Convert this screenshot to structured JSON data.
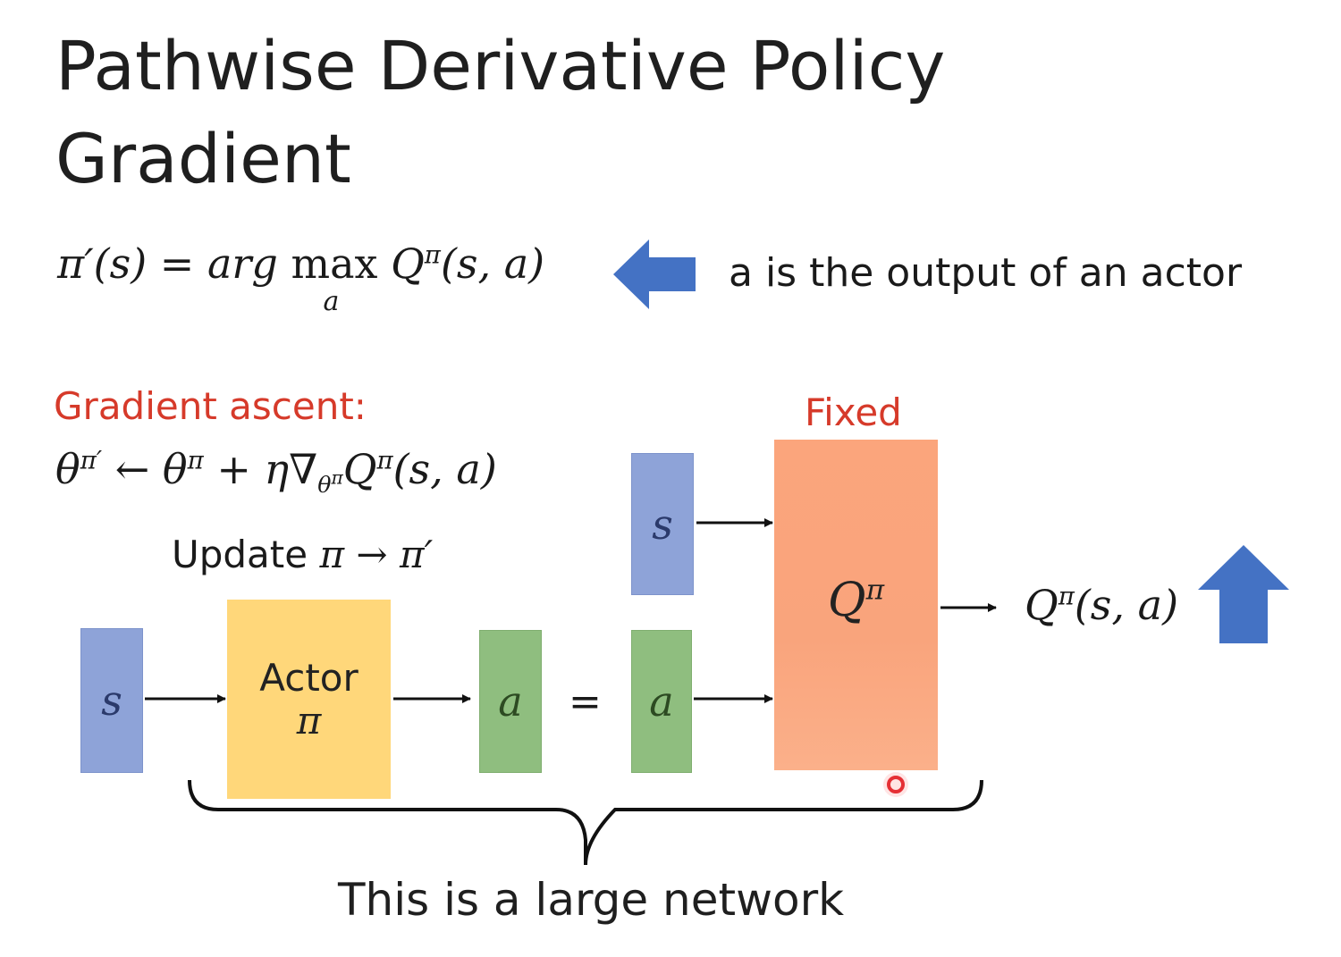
{
  "title_line1": "Pathwise Derivative Policy",
  "title_line2": "Gradient",
  "formula1": {
    "lhs": "π′(s) = arg ",
    "max": "max",
    "max_sub": "a",
    "rhs_q": " Q",
    "rhs_sup": "π",
    "rhs_args": "(s, a)"
  },
  "actor_note": "a is the output of an actor",
  "gradient_label": "Gradient ascent:",
  "formula2": {
    "theta_new": "θ",
    "theta_new_sup": "π′",
    "arrow": " ← θ",
    "theta_sup": "π",
    "plus": " + η∇",
    "nabla_sub": "θ",
    "nabla_sub_sup": "π",
    "q": "Q",
    "q_sup": "π",
    "args": "(s, a)"
  },
  "update": {
    "word": "Update ",
    "expr": "π → π′"
  },
  "fixed_label": "Fixed",
  "boxes": {
    "s_left": "s",
    "actor_line1": "Actor",
    "actor_line2": "π",
    "a_left": "a",
    "equals": "=",
    "s_top": "s",
    "a_right": "a",
    "q_box": "Q",
    "q_box_sup": "π"
  },
  "q_output": {
    "q": "Q",
    "sup": "π",
    "args": "(s, a)"
  },
  "footer": "This is a large network",
  "colors": {
    "blue_box": "#8ea3d8",
    "green_box": "#8fbe7f",
    "actor_box": "#ffd77a",
    "q_box": "#fba57c",
    "blue_arrow": "#4472c4",
    "red_text": "#d63a2a"
  }
}
